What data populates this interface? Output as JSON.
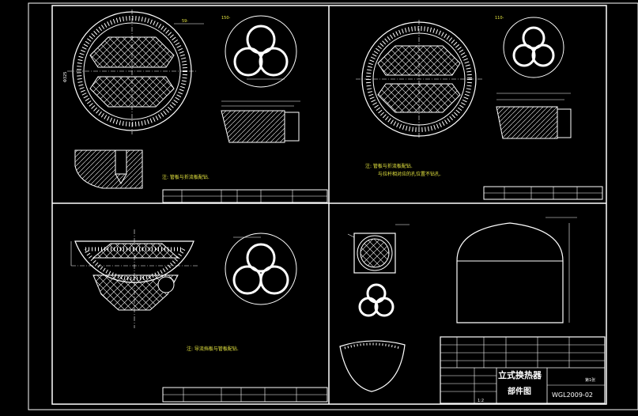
{
  "notes": {
    "q1": "注:  管板与折流板配钻.",
    "q2_line1": "注:  管板与折流板配钻.",
    "q2_line2": "与拉杆相对应的孔位置不钻孔.",
    "q3": "注:  导流挡板与管板配钻."
  },
  "title_block": {
    "main_title": "立式换热器",
    "sub_title": "部件图",
    "drawing_number": "WGL2009-02",
    "scale": "1:2",
    "sheet_no": "第1张"
  },
  "colors": {
    "frame": "#ffffff",
    "linework": "#ffffff",
    "annotation": "#e8e840",
    "hatch": "#ffffff",
    "background": "#000000"
  }
}
